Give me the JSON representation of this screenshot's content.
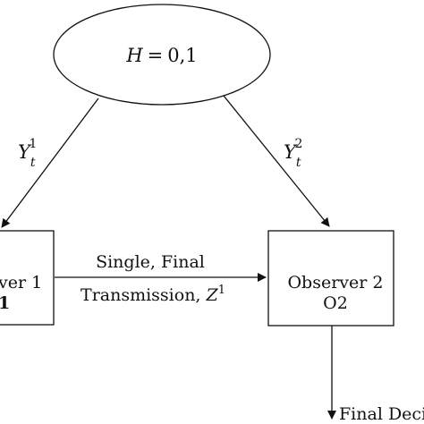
{
  "hypothesis": {
    "var": "H",
    "value": "0,1"
  },
  "edges": {
    "left": {
      "label": "Y",
      "sub": "t",
      "sup": "1"
    },
    "right": {
      "label": "Y",
      "sub": "t",
      "sup": "2"
    },
    "transmission": {
      "line1": "Single, Final",
      "line2": "Transmission,",
      "var": "Z",
      "sup": "1"
    },
    "output": {
      "label": "Final Deci"
    }
  },
  "observer1": {
    "title": "ver 1",
    "id": "1"
  },
  "observer2": {
    "title": "Observer 2",
    "id": "O2"
  }
}
